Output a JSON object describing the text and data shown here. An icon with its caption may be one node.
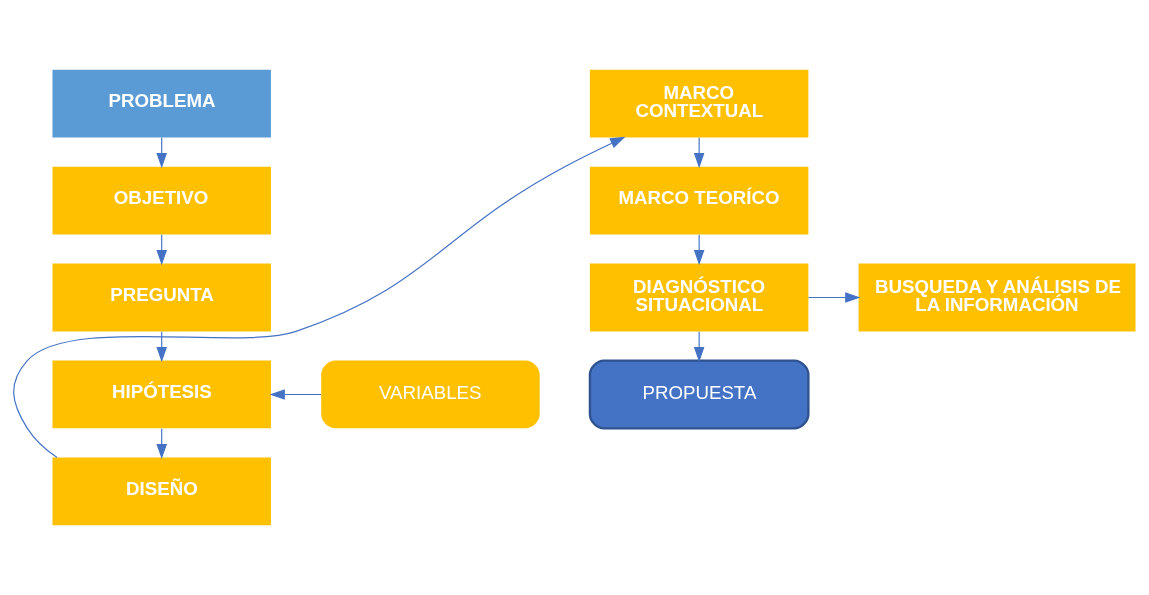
{
  "diagram": {
    "nodes": [
      {
        "text": [
          "PROBLEMA"
        ]
      },
      {
        "text": [
          "OBJETIVO"
        ]
      },
      {
        "text": [
          "PREGUNTA"
        ]
      },
      {
        "text": [
          "HIPÓTESIS"
        ]
      },
      {
        "text": [
          "VARIABLES"
        ]
      },
      {
        "text": [
          "DISEÑO"
        ]
      },
      {
        "text": [
          "MARCO CONTEXTUAL"
        ]
      },
      {
        "text": [
          "MARCO TEORÍCO"
        ]
      },
      {
        "text": [
          "DIAGNÓSTICO SITUACIONAL"
        ]
      },
      {
        "text": [
          "BUSQUEDA Y ANÁLISIS DE LA INFORMACIÓN"
        ]
      },
      {
        "text": [
          "PROPUESTA"
        ]
      }
    ],
    "edges": [
      {
        "from": 0,
        "to": 1,
        "arrow": "to"
      },
      {
        "from": 1,
        "to": 2,
        "arrow": "to"
      },
      {
        "from": 2,
        "to": 3,
        "arrow": "to"
      },
      {
        "from": 4,
        "to": 3,
        "arrow": "to"
      },
      {
        "from": 3,
        "to": 5,
        "arrow": "to"
      },
      {
        "from": 5,
        "to": 6,
        "arrow": "to"
      },
      {
        "from": 6,
        "to": 7,
        "arrow": "to"
      },
      {
        "from": 7,
        "to": 8,
        "arrow": "to"
      },
      {
        "from": 8,
        "to": 9,
        "arrow": "to"
      },
      {
        "from": 8,
        "to": 10,
        "arrow": "to"
      }
    ]
  }
}
